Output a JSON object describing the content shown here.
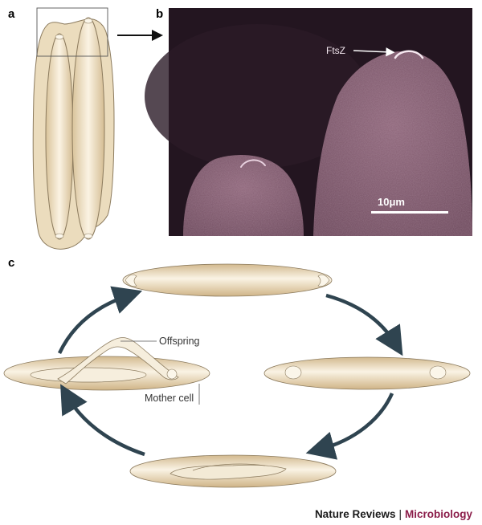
{
  "panels": {
    "a": {
      "letter": "a"
    },
    "b": {
      "letter": "b",
      "ftsz_label": "FtsZ",
      "scale_bar_label": "10μm"
    },
    "c": {
      "letter": "c",
      "offspring_label": "Offspring",
      "mother_cell_label": "Mother cell"
    }
  },
  "credit": {
    "publisher": "Nature Reviews",
    "separator": "|",
    "journal": "Microbiology"
  },
  "colors": {
    "cell_fill": "#e6d6b4",
    "cell_outline": "#8c7b5e",
    "inner_cell_fill": "#f3ead6",
    "arrow": "#2f4450",
    "micrograph_bg": "#231520",
    "micrograph_cell": "#8a6275",
    "journal_accent": "#8b1d4a"
  }
}
